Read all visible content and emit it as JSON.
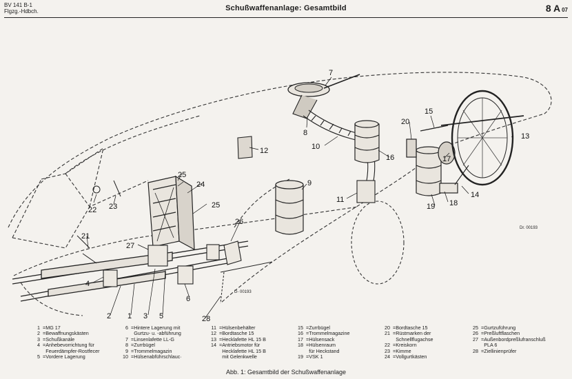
{
  "header": {
    "doc_line1": "BV 141 B-1",
    "doc_line2": "Flgzg.-Hdbch.",
    "title": "Schußwaffenanlage: Gesamtbild",
    "page_main": "8 A",
    "page_sub": "07"
  },
  "drawing": {
    "callouts": {
      "c1": "1",
      "c2": "2",
      "c3": "3",
      "c4": "4",
      "c5": "5",
      "c6": "6",
      "c7": "7",
      "c8": "8",
      "c9": "9",
      "c10": "10",
      "c11": "11",
      "c12": "12",
      "c13": "13",
      "c14": "14",
      "c15": "15",
      "c16": "16",
      "c17": "17",
      "c18": "18",
      "c19": "19",
      "c20": "20",
      "c21": "21",
      "c22": "22",
      "c23": "23",
      "c24": "24",
      "c25a": "25",
      "c25b": "25",
      "c26": "26",
      "c27": "27",
      "c28": "28"
    },
    "ref_right": "Dr. 00193",
    "ref_left": "D- 00193"
  },
  "legend": {
    "columns": [
      [
        {
          "num": "1",
          "text": "MG 17"
        },
        {
          "num": "2",
          "text": "Bewaffnungskästen"
        },
        {
          "num": "3",
          "text": "Schußkanäle"
        },
        {
          "num": "4",
          "text": "Anhebevorrichtung für\nFeuerdämpfer-Rostfecer"
        },
        {
          "num": "5",
          "text": "Vordere Lagerung"
        }
      ],
      [
        {
          "num": "6",
          "text": "Hintere Lagerung mit\nGurtzu- u. -abführung"
        },
        {
          "num": "7",
          "text": "Linsenlafette LL-G"
        },
        {
          "num": "8",
          "text": "Zurrbügel"
        },
        {
          "num": "9",
          "text": "Trommelmagazin"
        },
        {
          "num": "10",
          "text": "Hülsenabführschlauc·"
        }
      ],
      [
        {
          "num": "11",
          "text": "Hülsenbehälter"
        },
        {
          "num": "12",
          "text": "Bordtasche 15"
        },
        {
          "num": "13",
          "text": "Hecklafette HL 15 B"
        },
        {
          "num": "14",
          "text": "Antriebsmotor für\nHecklafette HL 15 B\nmit Gelenkwelle"
        }
      ],
      [
        {
          "num": "15",
          "text": "Zurrbügel"
        },
        {
          "num": "16",
          "text": "Trommelmagazine"
        },
        {
          "num": "17",
          "text": "Hülsensack"
        },
        {
          "num": "18",
          "text": "Hülsenraum\nfür Heckstand"
        },
        {
          "num": "19",
          "text": "VSK 1"
        }
      ],
      [
        {
          "num": "20",
          "text": "Bordtasche 15"
        },
        {
          "num": "21",
          "text": "Rüstmarken der\nSchnellflugachse"
        },
        {
          "num": "22",
          "text": "Kreiskorn"
        },
        {
          "num": "23",
          "text": "Kimme"
        },
        {
          "num": "24",
          "text": "Vollgurtkästen"
        }
      ],
      [
        {
          "num": "25",
          "text": "Gurtzuführung"
        },
        {
          "num": "26",
          "text": "Preßluftflaschen"
        },
        {
          "num": "27",
          "text": "Außenbordpreßlufranschluß\nPLA 6"
        },
        {
          "num": "28",
          "text": "Ziellinienprüfer"
        }
      ]
    ]
  },
  "caption": "Abb. 1: Gesamtbild der Schußwaffenanlage"
}
